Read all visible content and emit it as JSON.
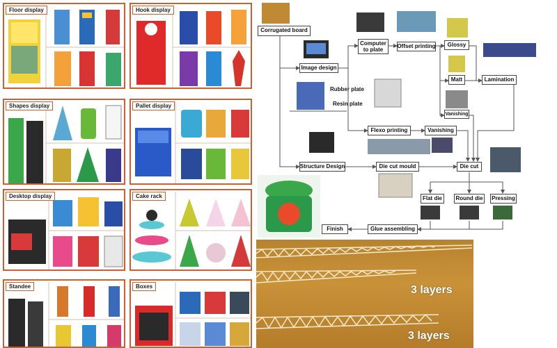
{
  "catalog": {
    "panels": [
      {
        "id": "floor",
        "title": "Floor display"
      },
      {
        "id": "hook",
        "title": "Hook display"
      },
      {
        "id": "shapes",
        "title": "Shapes display"
      },
      {
        "id": "pallet",
        "title": "Pallet display"
      },
      {
        "id": "desktop",
        "title": "Desktop display"
      },
      {
        "id": "cake",
        "title": "Cake rack"
      },
      {
        "id": "standee",
        "title": "Standee"
      },
      {
        "id": "boxes",
        "title": "Boxes"
      }
    ]
  },
  "flowchart": {
    "corrugated_board": "Corrugated board",
    "image_design": "Image design",
    "computer_to_plate": "Computer\nto plate",
    "offset_printing": "Offset printing",
    "glossy": "Glossy",
    "matt": "Matt",
    "vanishing_top": "Vanishing",
    "lamination": "Lamination",
    "rubber_plate": "Rubber plate",
    "resin_plate": "Resin plate",
    "flexo_printing": "Flexo printing",
    "vanishing_flexo": "Vanishing",
    "structure_design": "Structure Design",
    "die_cut_mould": "Die cut mould",
    "die_cut": "Die cut",
    "flat_die": "Flat die",
    "round_die": "Round die",
    "pressing": "Pressing",
    "glue_assembling": "Glue assembling",
    "finish": "Finish"
  },
  "photo": {
    "label_top": "3 layers",
    "label_bottom": "3 layers"
  },
  "colors": {
    "panel_border": "#c9602e",
    "arrow": "#555555",
    "cardboard": "#c08a34"
  }
}
